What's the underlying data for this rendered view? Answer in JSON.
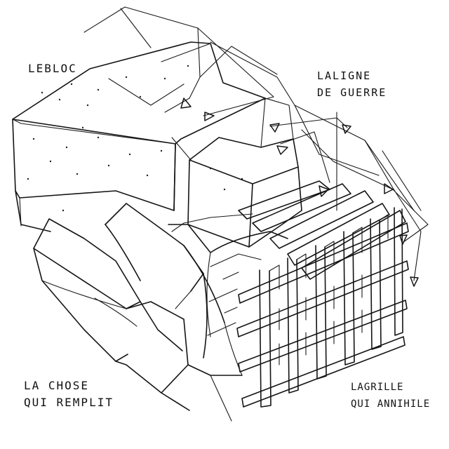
{
  "labels": {
    "le_bloc": "LEBLOC",
    "la_ligne_1": "LALIGNE",
    "la_ligne_2": "DE GUERRE",
    "la_chose_1": "LA CHOSE",
    "la_chose_2": "QUI REMPLIT",
    "la_grille_1": "LAGRILLE",
    "la_grille_2": "QUI ANNIHILE"
  },
  "colors": {
    "ink": "#141414",
    "paper": "#ffffff"
  }
}
